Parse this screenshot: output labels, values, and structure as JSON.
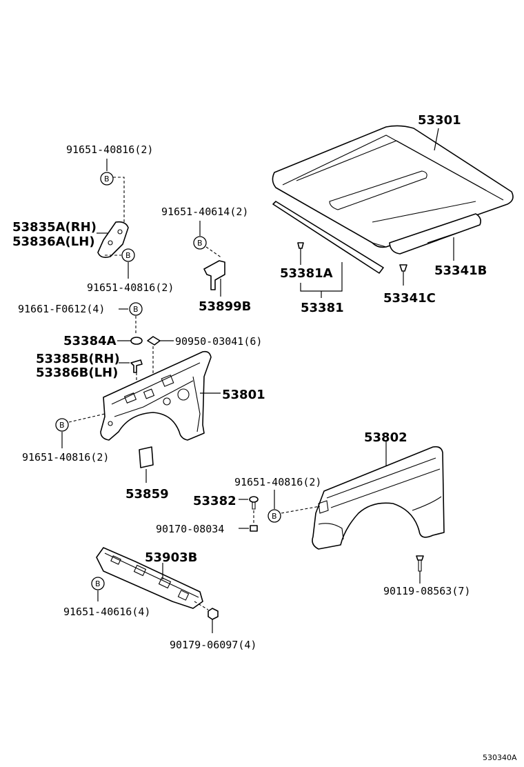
{
  "figure_code": "530340A",
  "bubble_letter": "B",
  "parts": {
    "p53301": "53301",
    "p53341B": "53341B",
    "p53341C": "53341C",
    "p53381A": "53381A",
    "p53381": "53381",
    "p91651_40816_top": "91651-40816(2)",
    "p53835A": "53835A(RH)",
    "p53836A": "53836A(LH)",
    "p91651_40816_mid": "91651-40816(2)",
    "p91651_40614": "91651-40614(2)",
    "p53899B": "53899B",
    "p91661_F0612": "91661-F0612(4)",
    "p53384A": "53384A",
    "p90950_03041": "90950-03041(6)",
    "p53385B": "53385B(RH)",
    "p53386B": "53386B(LH)",
    "p53801": "53801",
    "p91651_40816_left": "91651-40816(2)",
    "p53859": "53859",
    "p53802": "53802",
    "p91651_40816_right": "91651-40816(2)",
    "p53382": "53382",
    "p90170_08034": "90170-08034",
    "p53903B": "53903B",
    "p91651_40616": "91651-40616(4)",
    "p90179_06097": "90179-06097(4)",
    "p90119_08563": "90119-08563(7)"
  }
}
